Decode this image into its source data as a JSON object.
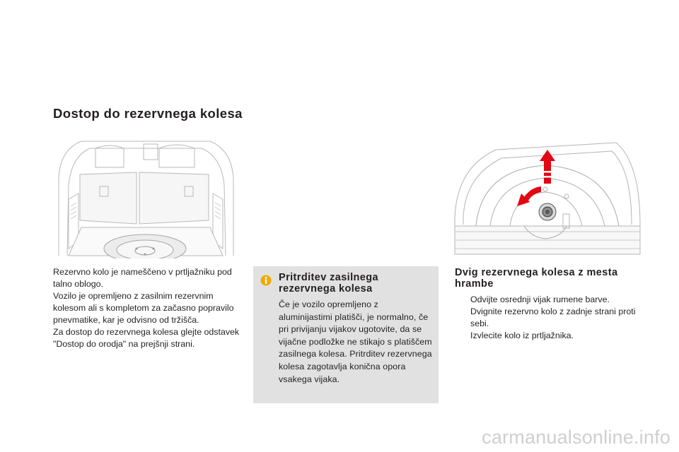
{
  "page_title": "Dostop do rezervnega kolesa",
  "left_paragraphs": [
    "Rezervno kolo je nameščeno v prtljažniku pod talno oblogo.",
    "Vozilo je opremljeno z zasilnim rezervnim kolesom ali s kompletom za začasno popravilo pnevmatike, kar je odvisno od tržišča.",
    "Za dostop do rezervnega kolesa glejte odstavek \"Dostop do orodja\" na prejšnji strani."
  ],
  "info_box": {
    "title": "Pritrditev zasilnega rezervnega kolesa",
    "body": "Če je vozilo opremljeno z aluminijastimi platišči, je normalno, če pri privijanju vijakov ugotovite, da se vijačne podložke ne stikajo s platiščem zasilnega kolesa. Pritrditev rezervnega kolesa zagotavlja konična opora vsakega vijaka.",
    "icon": "info-icon",
    "background_color": "#e1e1e1",
    "icon_color": "#f5a800"
  },
  "right_section": {
    "title": "Dvig rezervnega kolesa z mesta hrambe",
    "bullet_symbol": "",
    "steps": [
      "Odvijte osrednji vijak rumene barve.",
      "Dvignite rezervno kolo z zadnje strani proti sebi.",
      "Izvlecite kolo iz prtljažnika."
    ]
  },
  "illustrations": {
    "left": "trunk-with-spare-wheel",
    "right": "spare-wheel-bolt-removal",
    "arrow_color": "#e30613"
  },
  "watermark": "carmanualsonline.info"
}
